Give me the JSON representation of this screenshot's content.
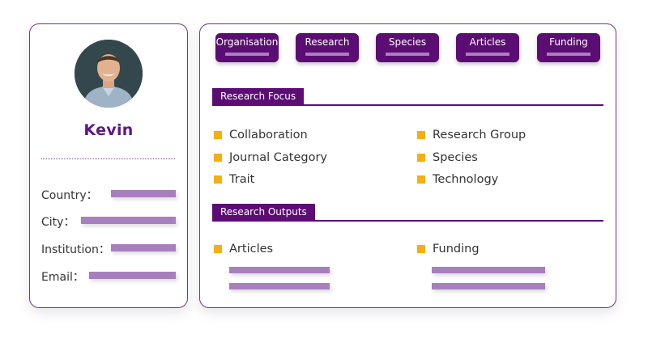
{
  "profile": {
    "name": "Kevin",
    "fields": [
      {
        "label": "Country："
      },
      {
        "label": "City："
      },
      {
        "label": "Institution："
      },
      {
        "label": "Email："
      }
    ]
  },
  "tabs": [
    {
      "label": "Organisation"
    },
    {
      "label": "Research"
    },
    {
      "label": "Species"
    },
    {
      "label": "Articles"
    },
    {
      "label": "Funding"
    }
  ],
  "research_focus": {
    "title": "Research Focus",
    "items": [
      "Collaboration",
      "Research Group",
      "Journal Category",
      "Species",
      "Trait",
      "Technology"
    ]
  },
  "research_outputs": {
    "title": "Research Outputs",
    "items": [
      "Articles",
      "Funding"
    ]
  },
  "colors": {
    "accent": "#5c0d73",
    "bar": "#a77fbd",
    "bullet": "#f2b011",
    "name": "#5c1a7e"
  }
}
